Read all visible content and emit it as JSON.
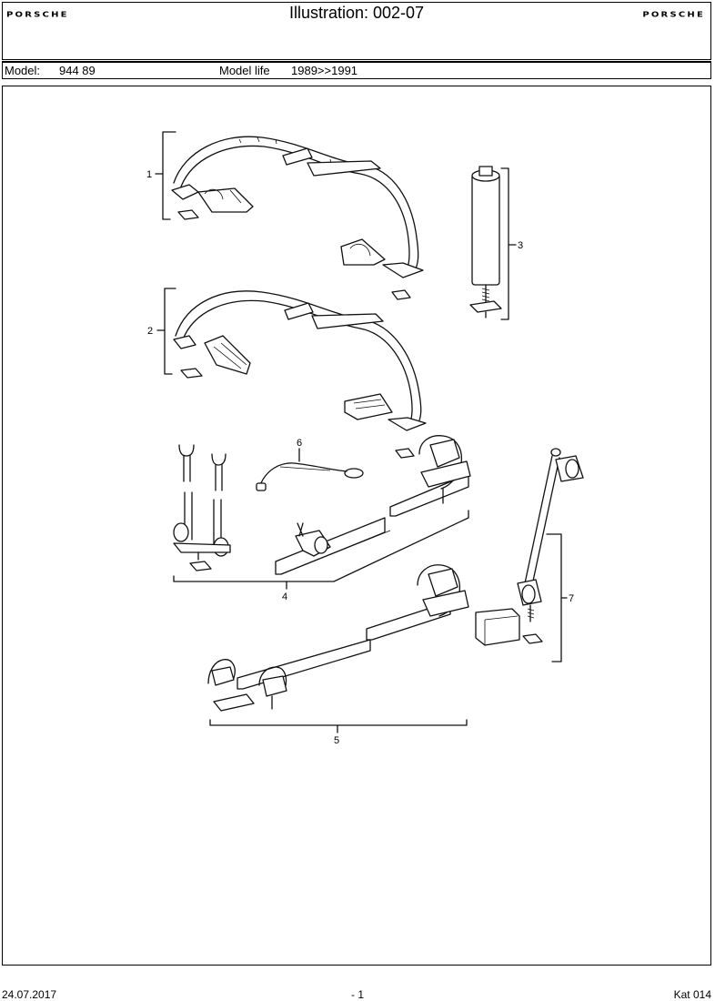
{
  "header": {
    "brand_left": "PORSCHE",
    "brand_right": "PORSCHE",
    "title": "Illustration: 002-07"
  },
  "info": {
    "model_label": "Model:",
    "model_value": "944 89",
    "life_label": "Model life",
    "life_value": "1989>>1991"
  },
  "illustration": {
    "callouts": [
      "1",
      "2",
      "3",
      "4",
      "5",
      "6",
      "7"
    ]
  },
  "footer": {
    "date": "24.07.2017",
    "page": "- 1",
    "catalog": "Kat 014"
  }
}
